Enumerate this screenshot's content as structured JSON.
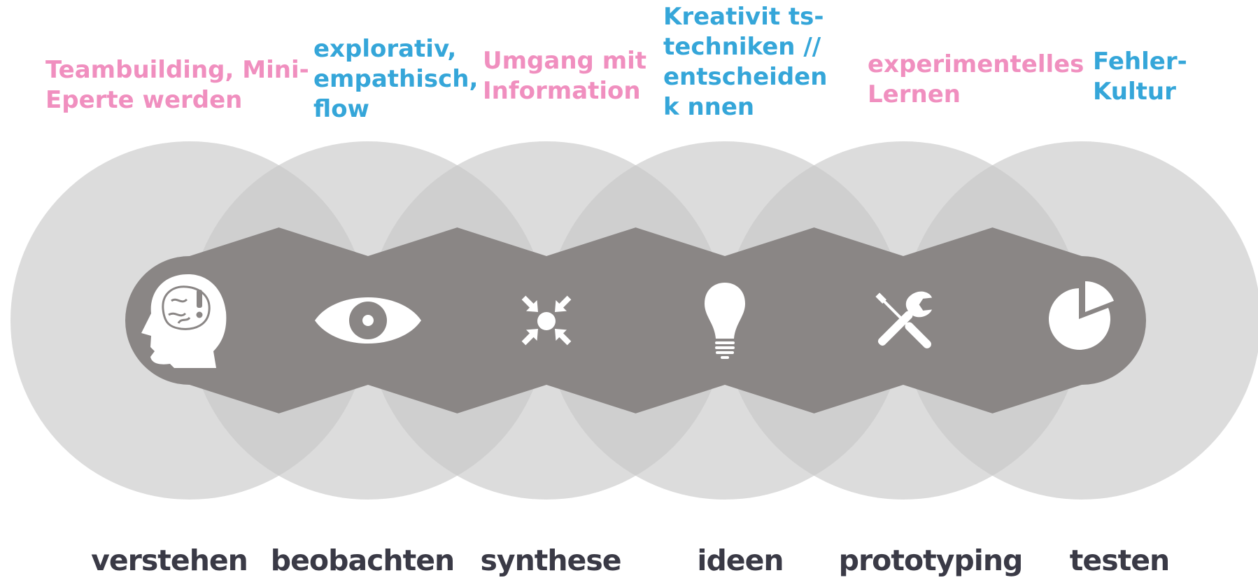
{
  "colors": {
    "pink": "#f08fbf",
    "blue": "#35a6d9",
    "circle_fill": "#c6c6c6",
    "hub_fill": "#8a8685",
    "icon_fill": "#ffffff",
    "stage_text": "#3a3a46"
  },
  "top_labels": [
    {
      "lines": [
        "Teambuilding, Mini-",
        "Eperte werden"
      ],
      "color": "pink"
    },
    {
      "lines": [
        "explorativ,",
        "empathisch,",
        "flow"
      ],
      "color": "blue"
    },
    {
      "lines": [
        "Umgang mit",
        "Information"
      ],
      "color": "pink"
    },
    {
      "lines": [
        "Kreativit  ts-",
        "techniken //",
        "entscheiden",
        "k  nnen"
      ],
      "color": "blue"
    },
    {
      "lines": [
        "experimentelles",
        "Lernen"
      ],
      "color": "pink"
    },
    {
      "lines": [
        "Fehler-",
        "Kultur"
      ],
      "color": "blue"
    }
  ],
  "stages": [
    {
      "label": "verstehen",
      "icon": "head-idea-icon"
    },
    {
      "label": "beobachten",
      "icon": "eye-icon"
    },
    {
      "label": "synthese",
      "icon": "converge-arrows-icon"
    },
    {
      "label": "ideen",
      "icon": "lightbulb-icon"
    },
    {
      "label": "prototyping",
      "icon": "tools-icon"
    },
    {
      "label": "testen",
      "icon": "pie-chart-icon"
    }
  ]
}
